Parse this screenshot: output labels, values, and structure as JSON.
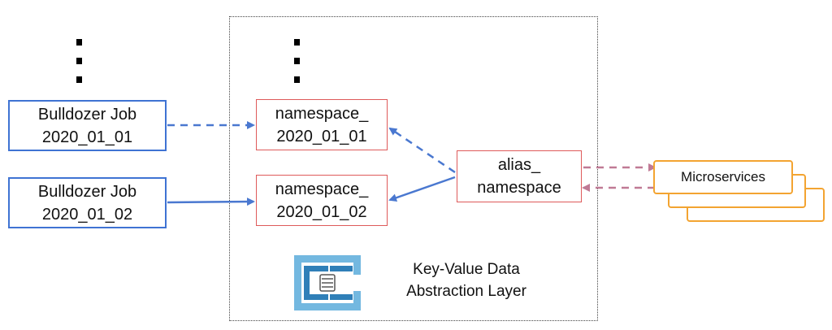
{
  "jobs": [
    {
      "line1": "Bulldozer Job",
      "line2": "2020_01_01"
    },
    {
      "line1": "Bulldozer Job",
      "line2": "2020_01_02"
    }
  ],
  "namespaces": [
    {
      "line1": "namespace_",
      "line2": "2020_01_01"
    },
    {
      "line1": "namespace_",
      "line2": "2020_01_02"
    }
  ],
  "alias": {
    "line1": "alias_",
    "line2": "namespace"
  },
  "microservices": {
    "label": "Microservices"
  },
  "layer": {
    "line1": "Key-Value Data",
    "line2": "Abstraction Layer"
  },
  "colors": {
    "job_border": "#3f73d3",
    "namespace_border": "#de5a5a",
    "microservices_border": "#f3a431",
    "arrow_blue": "#4a78d0",
    "arrow_pink": "#c07a95",
    "logo_light": "#73b8e0",
    "logo_dark": "#2f7fb8"
  },
  "icons": [
    "vertical-ellipsis-icon",
    "key-value-data-abstraction-layer-logo"
  ]
}
